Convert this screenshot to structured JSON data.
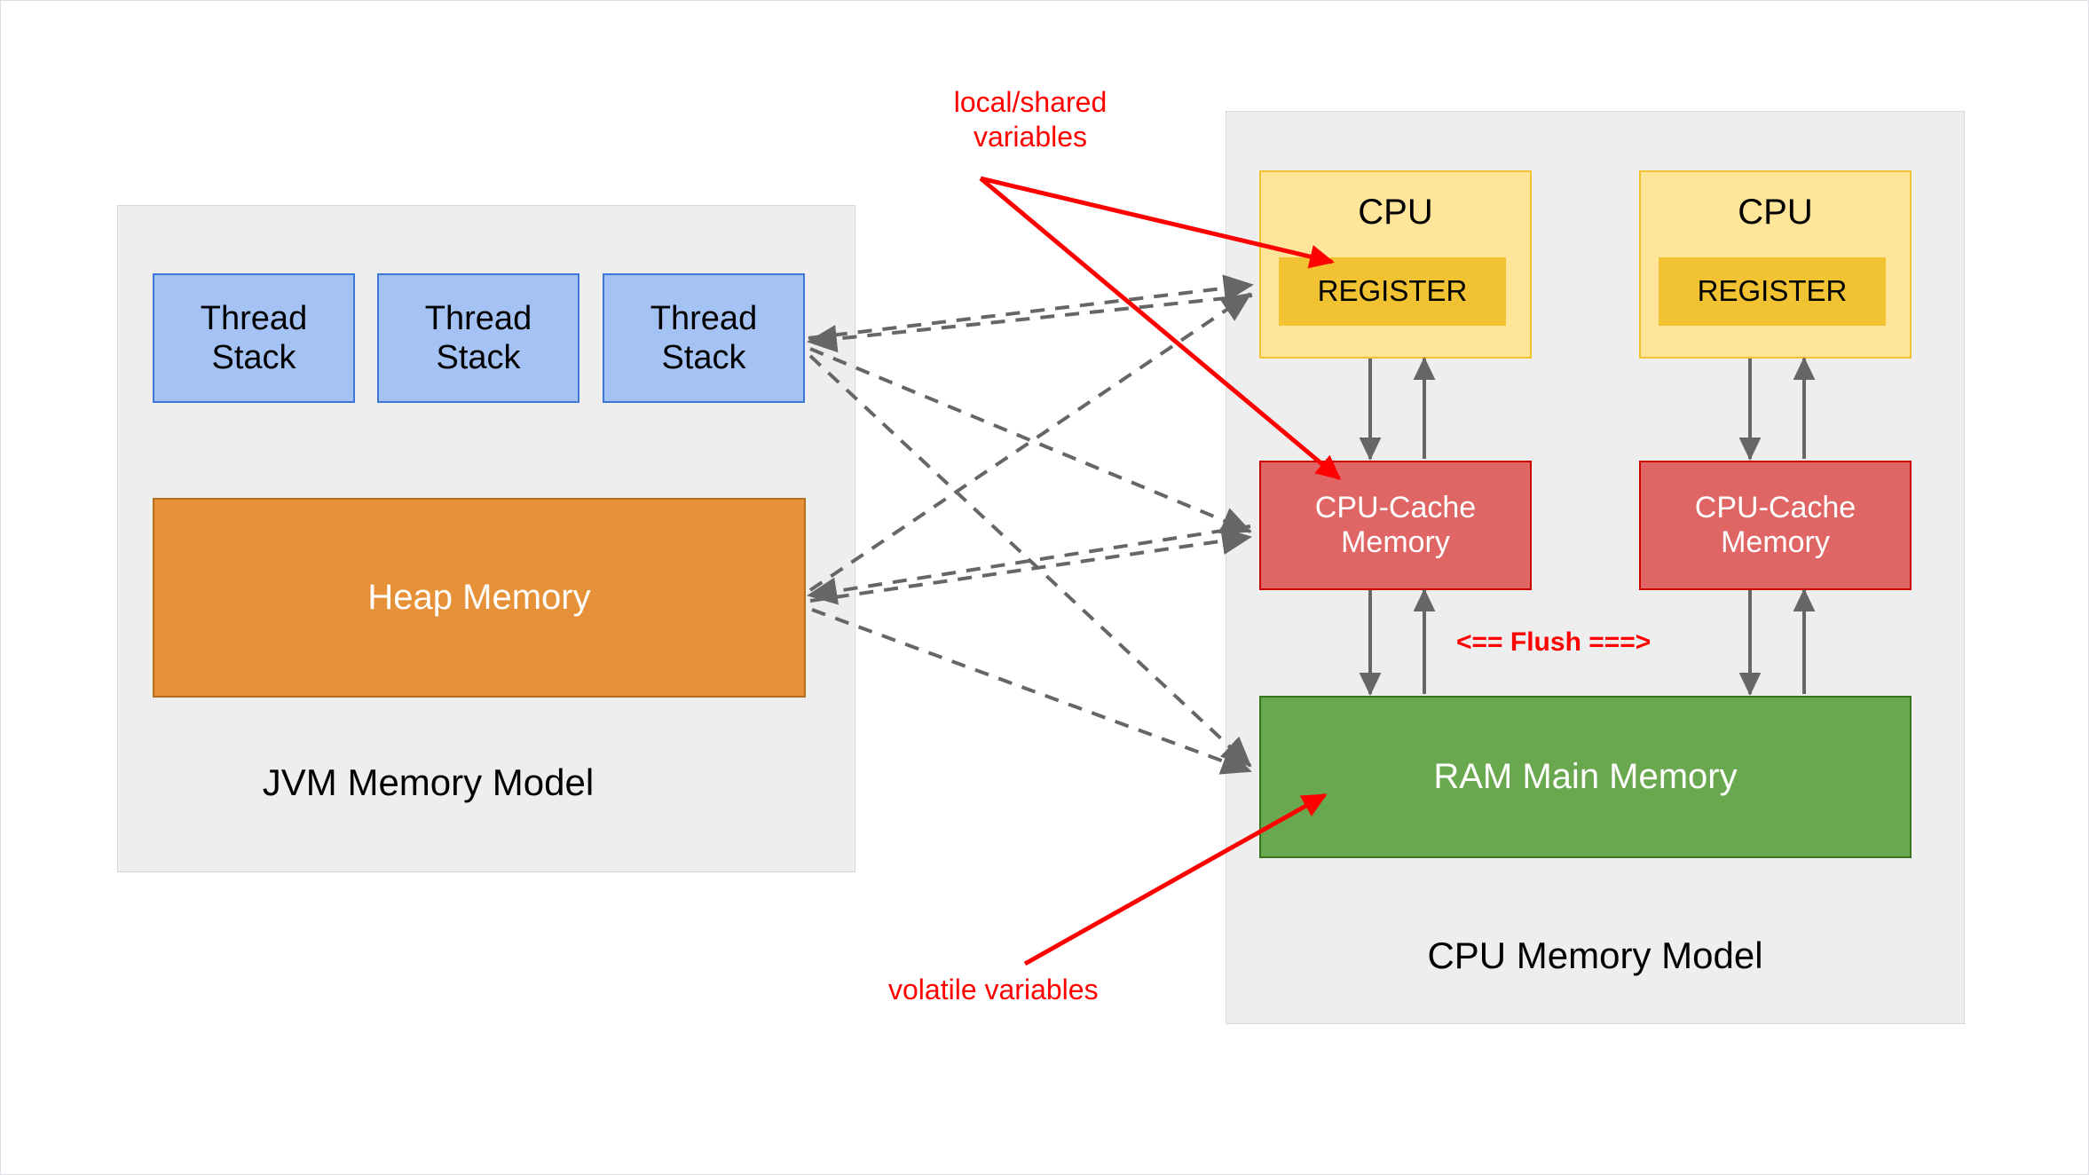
{
  "diagram": {
    "title_left": "JVM Memory Model",
    "title_right": "CPU Memory Model",
    "colors": {
      "thread_stack_fill": "#a5c2f4",
      "thread_stack_stroke": "#3d78d8",
      "heap_fill": "#e69138",
      "heap_stroke": "#b4701f",
      "cpu_fill": "#ffe599",
      "cpu_stroke": "#f1c232",
      "register_fill": "#f1c232",
      "cache_fill": "#e06666",
      "cache_stroke": "#cc0000",
      "ram_fill": "#6aa84f",
      "ram_stroke": "#38761d",
      "panel_fill": "#eeeeee",
      "annotation_red": "#ff0000",
      "connector_gray": "#666666"
    }
  },
  "jvm": {
    "title": "JVM Memory Model",
    "thread_stacks": [
      {
        "label": "Thread\nStack"
      },
      {
        "label": "Thread\nStack"
      },
      {
        "label": "Thread\nStack"
      }
    ],
    "heap": {
      "label": "Heap Memory"
    }
  },
  "cpu": {
    "title": "CPU Memory Model",
    "cores": [
      {
        "cpu_label": "CPU",
        "register_label": "REGISTER",
        "cache_label": "CPU-Cache\nMemory"
      },
      {
        "cpu_label": "CPU",
        "register_label": "REGISTER",
        "cache_label": "CPU-Cache\nMemory"
      }
    ],
    "ram": {
      "label": "RAM Main Memory"
    },
    "flush_label": "<== Flush ===>"
  },
  "annotations": [
    {
      "id": "local-shared",
      "text": "local/shared\nvariables",
      "color": "#ff0000"
    },
    {
      "id": "volatile",
      "text": "volatile variables",
      "color": "#ff0000"
    }
  ]
}
